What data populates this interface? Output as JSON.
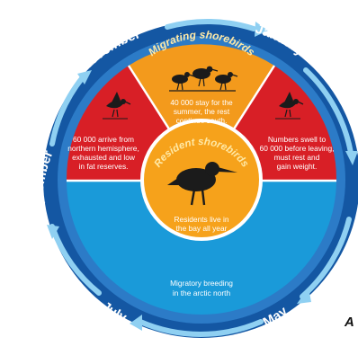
{
  "colors": {
    "ring_outer": "#1457a3",
    "ring_inner": "#2c7bc7",
    "arrow": "#8fd0f2",
    "red": "#d81f26",
    "orange": "#f39a1c",
    "center": "#f6a21b",
    "blue": "#1a9ad9",
    "bird": "#1b1b1b"
  },
  "months": {
    "november": "November",
    "january": "January",
    "september": "September",
    "july": "July",
    "may": "May"
  },
  "migrating": {
    "title": "Migrating shorebirds",
    "line1": "40 000 stay for the",
    "line2": "summer, the rest",
    "line3": "continue south."
  },
  "left_sector": {
    "line1": "60 000 arrive from",
    "line2": "northern hemisphere,",
    "line3": "exhausted and low",
    "line4": "in fat reserves."
  },
  "right_sector": {
    "line1": "Numbers swell to",
    "line2": "60 000 before leaving,",
    "line3": "must rest and",
    "line4": "gain weight."
  },
  "resident": {
    "title": "Resident shorebirds",
    "line1": "Residents live in",
    "line2": "the bay all year"
  },
  "breeding": {
    "line1": "Migratory breeding",
    "line2": "in the arctic north"
  },
  "corner_label": "A"
}
